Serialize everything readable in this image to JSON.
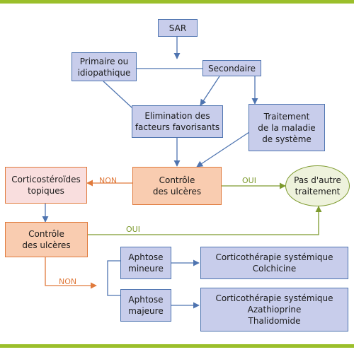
{
  "nodes": {
    "sar": "SAR",
    "primaire": "Primaire ou\nidiopathique",
    "secondaire": "Secondaire",
    "elimination": "Elimination des\nfacteurs favorisants",
    "traitement_maladie": "Traitement\nde la maladie\nde système",
    "corticosteroides": "Corticostéroïdes\ntopiques",
    "controle1": "Contrôle\ndes ulcères",
    "pas_autre": "Pas d'autre\ntraitement",
    "controle2": "Contrôle\ndes ulcères",
    "aphtose_mineure": "Aphtose\nmineure",
    "aphtose_majeure": "Aphtose\nmajeure",
    "cortico_colchicine": "Corticothérapie systémique\nColchicine",
    "cortico_aza": "Corticothérapie systémique\nAzathioprine\nThalidomide"
  },
  "edge_labels": {
    "non1": "NON",
    "oui1": "OUI",
    "oui2": "OUI",
    "non2": "NON"
  },
  "colors": {
    "accent_bar": "#9bbf2b",
    "blue_fill": "#c8cdeb",
    "blue_stroke": "#4e74b0",
    "orange_fill": "#f9ccb0",
    "orange_stroke": "#e07a3c",
    "pink_fill": "#f9dede",
    "green_stroke": "#7d9a2e",
    "green_fill": "#eef2dc"
  }
}
